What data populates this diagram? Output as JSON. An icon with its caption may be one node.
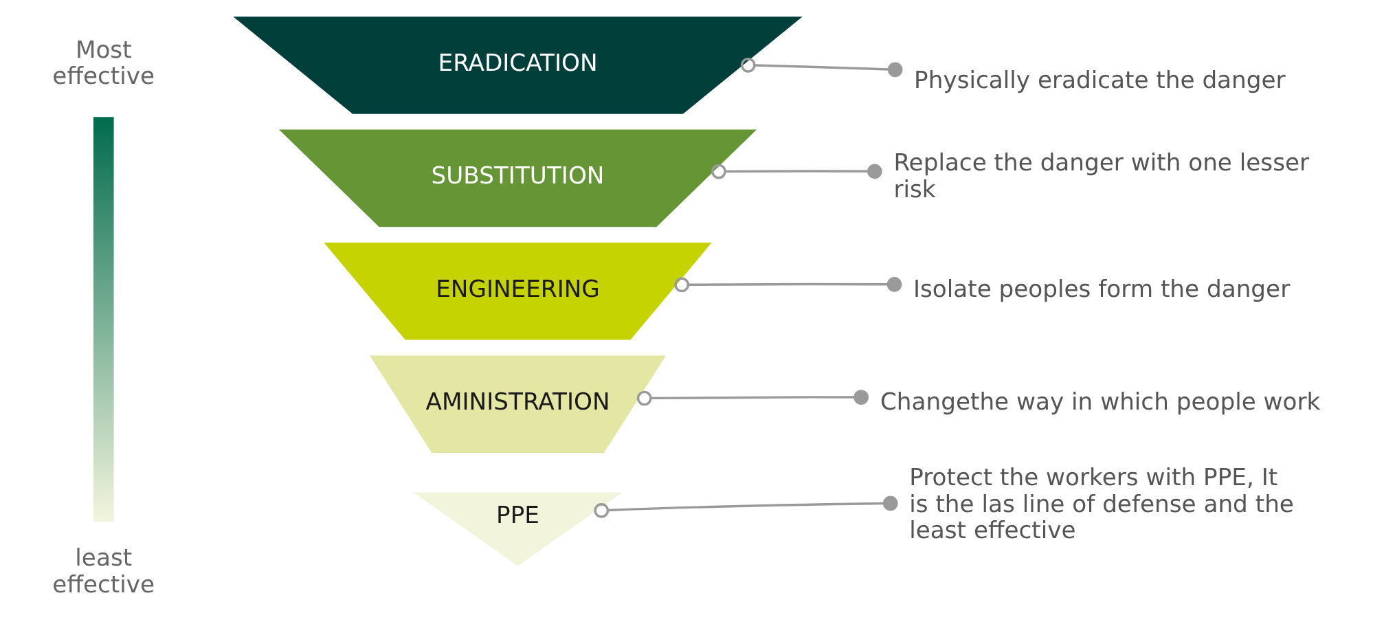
{
  "diagram": {
    "nodes": [
      {
        "text": [
          "ERADICATION"
        ]
      },
      {
        "text": [
          "SUBSTITUTION"
        ]
      },
      {
        "text": [
          "ENGINEERING"
        ]
      },
      {
        "text": [
          "AMINISTRATION"
        ]
      },
      {
        "text": [
          "PPE"
        ]
      },
      {
        "text": [
          "Physically eradicate the danger"
        ]
      },
      {
        "text": [
          "Replace the danger with one lesser risk"
        ]
      },
      {
        "text": [
          "Isolate peoples form the danger"
        ]
      },
      {
        "text": [
          "Changethe way in which people work"
        ]
      },
      {
        "text": [
          "Protect the workers with PPE, It is the las line of defense and the least effective"
        ]
      },
      {
        "text": [],
        "shape": "bar"
      }
    ],
    "edges": [
      {
        "from": 5,
        "to": 0,
        "arrow": "other"
      },
      {
        "from": 6,
        "to": 1,
        "arrow": "other"
      },
      {
        "from": 7,
        "to": 2,
        "arrow": "other"
      },
      {
        "from": 8,
        "to": 3,
        "arrow": "other"
      },
      {
        "from": 9,
        "to": 4,
        "arrow": "other"
      }
    ],
    "labels": [
      "Most effective",
      "least effective"
    ]
  }
}
